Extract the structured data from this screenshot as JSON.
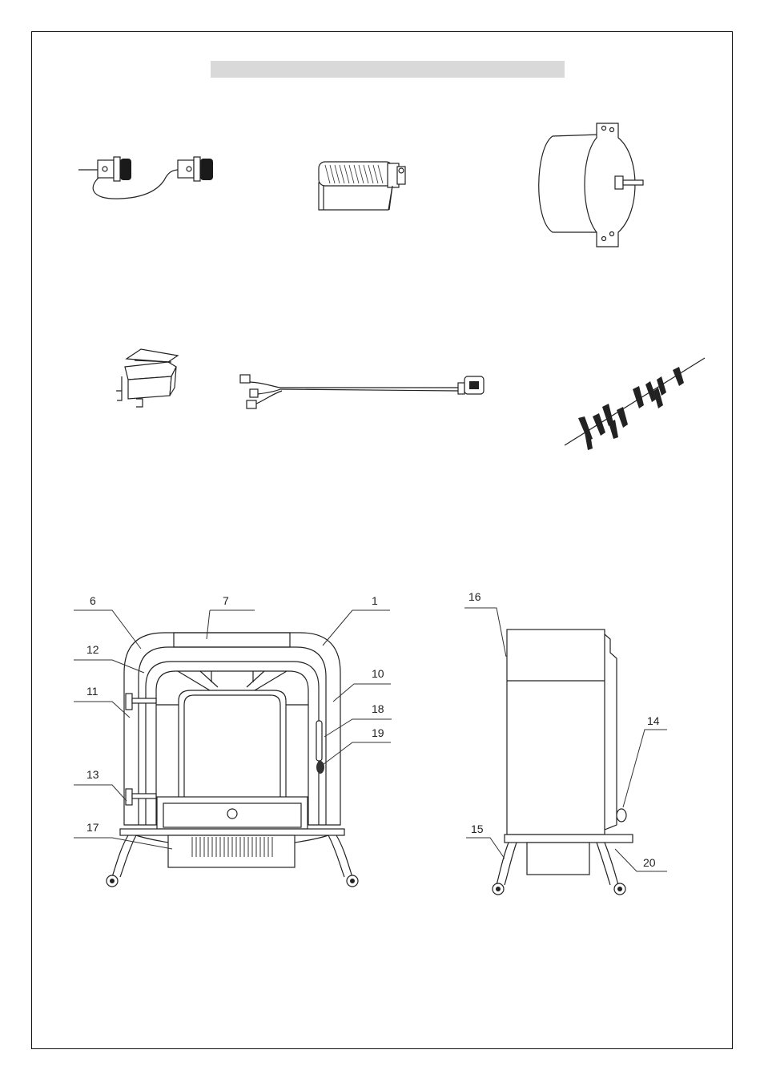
{
  "colors": {
    "title_bar": "#d9d9d9",
    "line": "#222222"
  },
  "components": [
    {
      "name": "wiring-connector-set"
    },
    {
      "name": "flame-motor-tube"
    },
    {
      "name": "fan-motor"
    },
    {
      "name": "rocker-switch"
    },
    {
      "name": "power-cord-harness"
    },
    {
      "name": "light-string"
    }
  ],
  "callouts": {
    "c1": "1",
    "c6": "6",
    "c7": "7",
    "c10": "10",
    "c11": "11",
    "c12": "12",
    "c13": "13",
    "c14": "14",
    "c15": "15",
    "c16": "16",
    "c17": "17",
    "c18": "18",
    "c19": "19",
    "c20": "20"
  }
}
